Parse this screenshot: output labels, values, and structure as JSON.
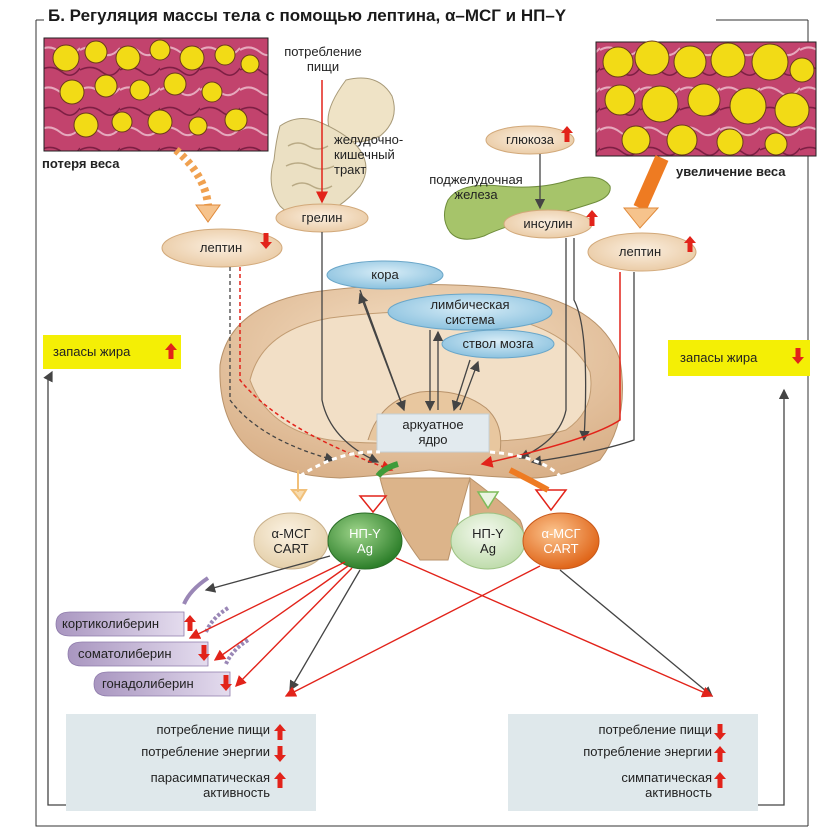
{
  "title": "Б. Регуляция массы тела с помощью лептина, α–МСГ и НП–Y",
  "labels": {
    "weight_loss": "потеря веса",
    "weight_gain": "увеличение веса",
    "food_intake_in": "потребление\nпищи",
    "gi_tract": "желудочно-\nкишечный\nтракт",
    "ghrelin": "грелин",
    "glucose": "глюкоза",
    "pancreas": "поджелудочная\nжелеза",
    "insulin": "инсулин",
    "leptin_left": "лептин",
    "leptin_right": "лептин",
    "cortex": "кора",
    "limbic": "лимбическая\nсистема",
    "brainstem": "ствол мозга",
    "arcuate": "аркуатное\nядро",
    "fat_left": "запасы жира",
    "fat_right": "запасы жира",
    "msh_left": "α-МСГ\nCART",
    "npy_left": "НП-Y\nAg",
    "npy_right": "НП-Y\nAg",
    "msh_right": "α-МСГ\nCART",
    "crh": "кортиколиберин",
    "ghrh": "соматолиберин",
    "gnrh": "гонадолиберин"
  },
  "left_results": [
    {
      "text": "потребление пищи",
      "dir": "up"
    },
    {
      "text": "потребление энергии",
      "dir": "down"
    },
    {
      "text": "парасимпатическая\nактивность",
      "dir": "up"
    }
  ],
  "right_results": [
    {
      "text": "потребление пищи",
      "dir": "down"
    },
    {
      "text": "потребление энергии",
      "dir": "up"
    },
    {
      "text": "симпатическая\nактивность",
      "dir": "up"
    }
  ],
  "colors": {
    "arrow_red": "#e2231a",
    "arrow_dark": "#444444",
    "fat_box": "#f4ef05",
    "result_box": "#dfe8eb",
    "blue_oval": "#a9d3e8",
    "peach_oval": "#f3dcc0",
    "npy_green": "#3f9b3a",
    "msh_orange": "#ee7b22",
    "hormone_purple": "#c7b8d6"
  }
}
